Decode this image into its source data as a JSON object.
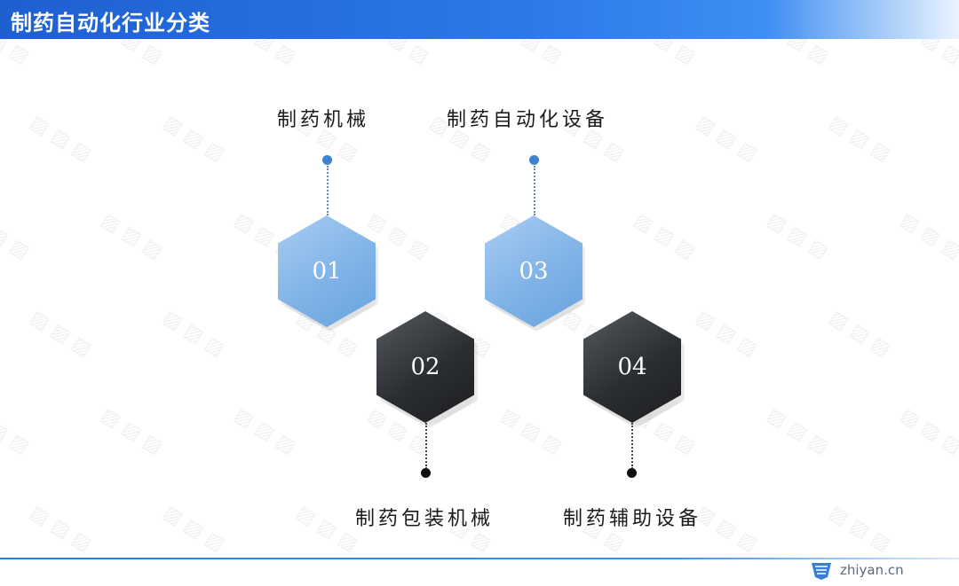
{
  "header": {
    "title": "制药自动化行业分类"
  },
  "items": [
    {
      "number": "01",
      "label": "制药机械"
    },
    {
      "number": "02",
      "label": "制药包装机械"
    },
    {
      "number": "03",
      "label": "制药自动化设备"
    },
    {
      "number": "04",
      "label": "制药辅助设备"
    }
  ],
  "footer": {
    "url": "zhiyan.cn"
  },
  "colors": {
    "header_blue": "#2c79e8",
    "hex_blue": "#80b3e7",
    "hex_dark": "#2b2e31",
    "dot_blue": "#3c84cf"
  }
}
